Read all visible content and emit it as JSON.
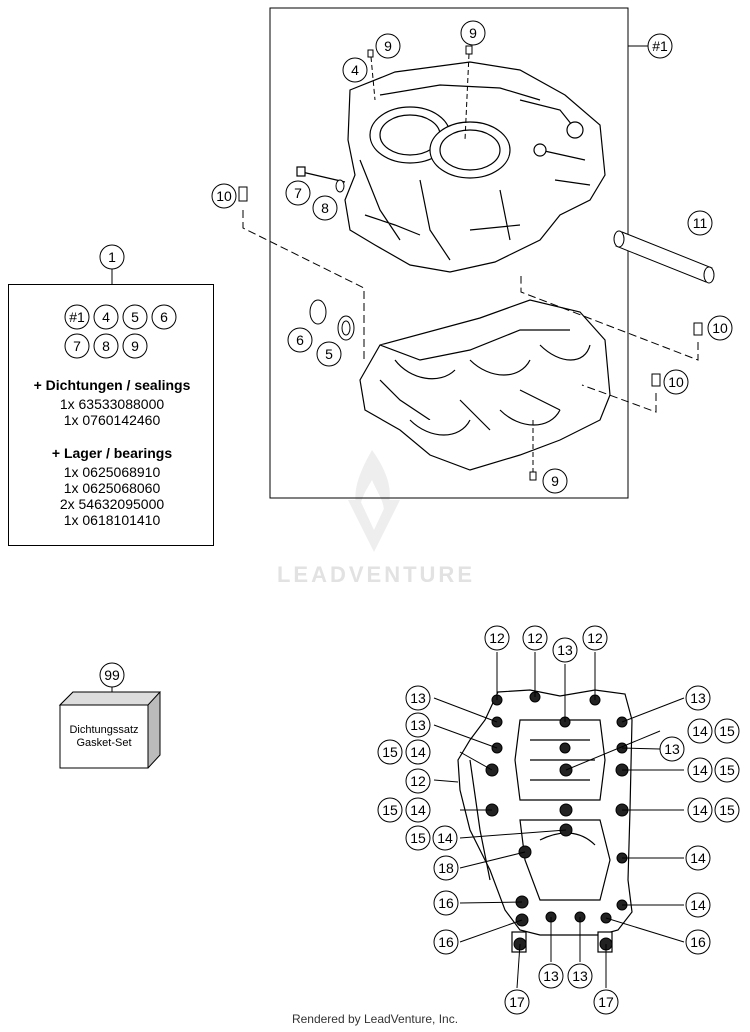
{
  "callouts_top": {
    "c1": "1",
    "c99": "99",
    "c_kit": "#1",
    "c4": "4",
    "c9a": "9",
    "c9b": "9",
    "c9c": "9",
    "c7": "7",
    "c8": "8",
    "c10a": "10",
    "c10b": "10",
    "c10c": "10",
    "c11": "11",
    "c6": "6",
    "c5": "5"
  },
  "kit_box": {
    "refs_row1": [
      "#1",
      "4",
      "5",
      "6"
    ],
    "refs_row2": [
      "7",
      "8",
      "9"
    ],
    "sealings_header": "+ Dichtungen / sealings",
    "sealings": [
      "1x 63533088000",
      "1x 0760142460"
    ],
    "bearings_header": "+ Lager / bearings",
    "bearings": [
      "1x 0625068910",
      "1x 0625068060",
      "2x 54632095000",
      "1x 0618101410"
    ]
  },
  "gasket_set": {
    "line1": "Dichtungssatz",
    "line2": "Gasket-Set"
  },
  "bolt_callouts": {
    "top_row": [
      "12",
      "12",
      "13",
      "12"
    ],
    "left": [
      "13",
      "13",
      "15",
      "14",
      "12",
      "15",
      "14",
      "15",
      "14",
      "18",
      "16",
      "16"
    ],
    "right": [
      "13",
      "14",
      "15",
      "13",
      "14",
      "15",
      "14",
      "15",
      "14",
      "14",
      "16"
    ],
    "bottom": [
      "17",
      "13",
      "13",
      "17"
    ]
  },
  "watermark": "LEADVENTURE",
  "footer": "Rendered by LeadVenture, Inc."
}
